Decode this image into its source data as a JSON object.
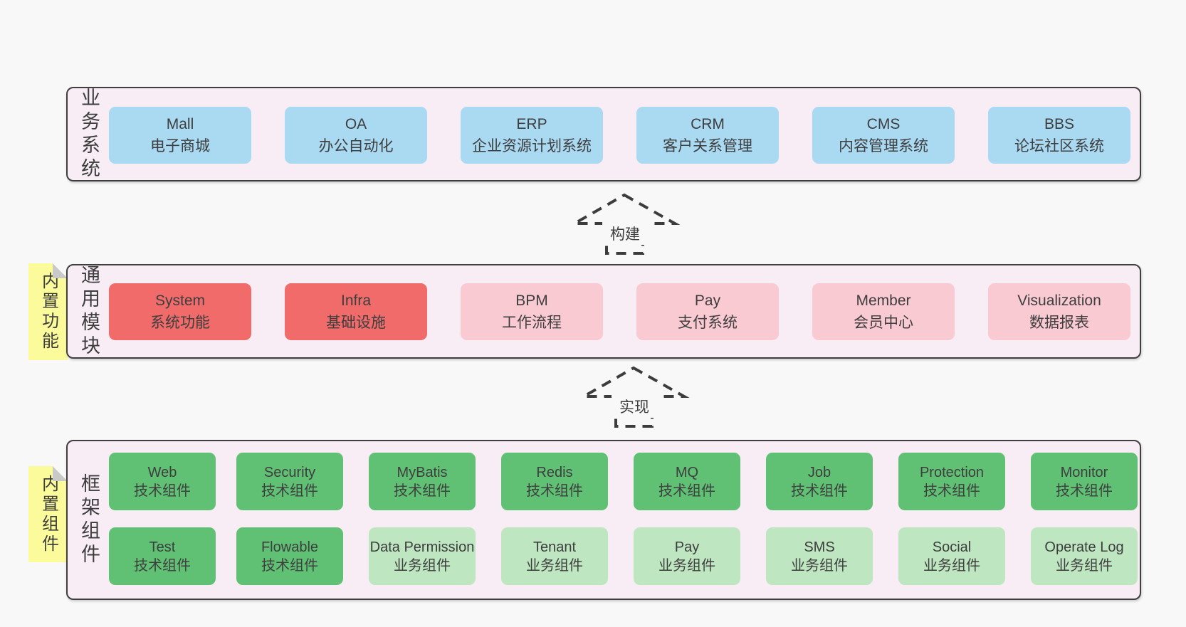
{
  "colors": {
    "page_bg": "#f8f8f8",
    "panel_bg": "#f8edf5",
    "panel_border": "#3f3f3f",
    "text": "#3d3d3d",
    "blue": "#aad9f2",
    "red": "#f16b6b",
    "pink": "#facad3",
    "green": "#60c175",
    "lightgreen": "#bee6c0",
    "sticky_yellow": "#fbfb9b",
    "sticky_fold": "#c9c9c9"
  },
  "sections": {
    "business": {
      "label": "业务系统",
      "boxes": [
        {
          "title": "Mall",
          "subtitle": "电子商城",
          "variant": "blue"
        },
        {
          "title": "OA",
          "subtitle": "办公自动化",
          "variant": "blue"
        },
        {
          "title": "ERP",
          "subtitle": "企业资源计划系统",
          "variant": "blue"
        },
        {
          "title": "CRM",
          "subtitle": "客户关系管理",
          "variant": "blue"
        },
        {
          "title": "CMS",
          "subtitle": "内容管理系统",
          "variant": "blue"
        },
        {
          "title": "BBS",
          "subtitle": "论坛社区系统",
          "variant": "blue"
        }
      ]
    },
    "modules": {
      "label": "通用模块",
      "sticky": "内置功能",
      "boxes": [
        {
          "title": "System",
          "subtitle": "系统功能",
          "variant": "red"
        },
        {
          "title": "Infra",
          "subtitle": "基础设施",
          "variant": "red"
        },
        {
          "title": "BPM",
          "subtitle": "工作流程",
          "variant": "pink"
        },
        {
          "title": "Pay",
          "subtitle": "支付系统",
          "variant": "pink"
        },
        {
          "title": "Member",
          "subtitle": "会员中心",
          "variant": "pink"
        },
        {
          "title": "Visualization",
          "subtitle": "数据报表",
          "variant": "pink"
        }
      ]
    },
    "components": {
      "label": "框架组件",
      "sticky": "内置组件",
      "row1": [
        {
          "title": "Web",
          "subtitle": "技术组件",
          "variant": "green"
        },
        {
          "title": "Security",
          "subtitle": "技术组件",
          "variant": "green"
        },
        {
          "title": "MyBatis",
          "subtitle": "技术组件",
          "variant": "green"
        },
        {
          "title": "Redis",
          "subtitle": "技术组件",
          "variant": "green"
        },
        {
          "title": "MQ",
          "subtitle": "技术组件",
          "variant": "green"
        },
        {
          "title": "Job",
          "subtitle": "技术组件",
          "variant": "green"
        },
        {
          "title": "Protection",
          "subtitle": "技术组件",
          "variant": "green"
        },
        {
          "title": "Monitor",
          "subtitle": "技术组件",
          "variant": "green"
        }
      ],
      "row2": [
        {
          "title": "Test",
          "subtitle": "技术组件",
          "variant": "green"
        },
        {
          "title": "Flowable",
          "subtitle": "技术组件",
          "variant": "green"
        },
        {
          "title": "Data Permission",
          "subtitle": "业务组件",
          "variant": "lightgreen"
        },
        {
          "title": "Tenant",
          "subtitle": "业务组件",
          "variant": "lightgreen"
        },
        {
          "title": "Pay",
          "subtitle": "业务组件",
          "variant": "lightgreen"
        },
        {
          "title": "SMS",
          "subtitle": "业务组件",
          "variant": "lightgreen"
        },
        {
          "title": "Social",
          "subtitle": "业务组件",
          "variant": "lightgreen"
        },
        {
          "title": "Operate Log",
          "subtitle": "业务组件",
          "variant": "lightgreen"
        }
      ]
    }
  },
  "arrows": {
    "build": "构建",
    "implement": "实现"
  }
}
